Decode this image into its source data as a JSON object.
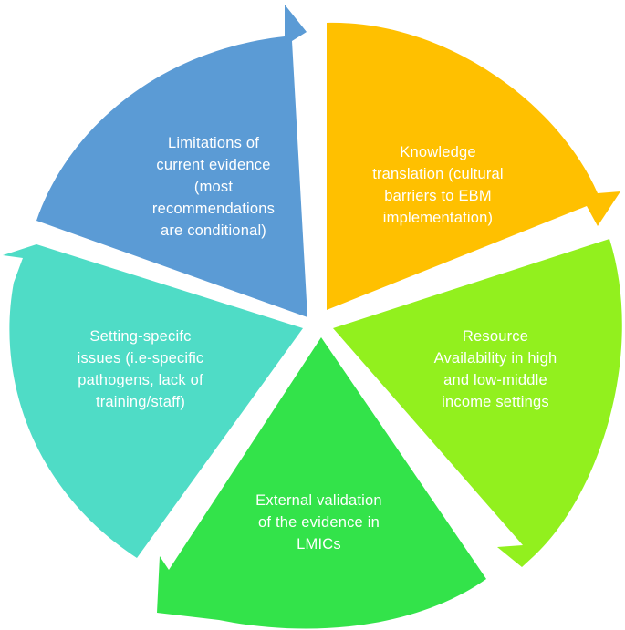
{
  "segments": [
    {
      "text": "Limitations of\ncurrent evidence\n(most\nrecommendations\nare conditional)",
      "color": "#5b9bd5"
    },
    {
      "text": "Knowledge\ntranslation (cultural\nbarriers to EBM\nimplementation)",
      "color": "#ffc000"
    },
    {
      "text": "Resource\nAvailability in high\nand low-middle\nincome settings",
      "color": "#92f01e"
    },
    {
      "text": "External validation\nof the evidence in\nLMICs",
      "color": "#33e34a"
    },
    {
      "text": "Setting-specifc\nissues (i.e-specific\npathogens, lack of\ntraining/staff)",
      "color": "#4fdcc6"
    }
  ]
}
